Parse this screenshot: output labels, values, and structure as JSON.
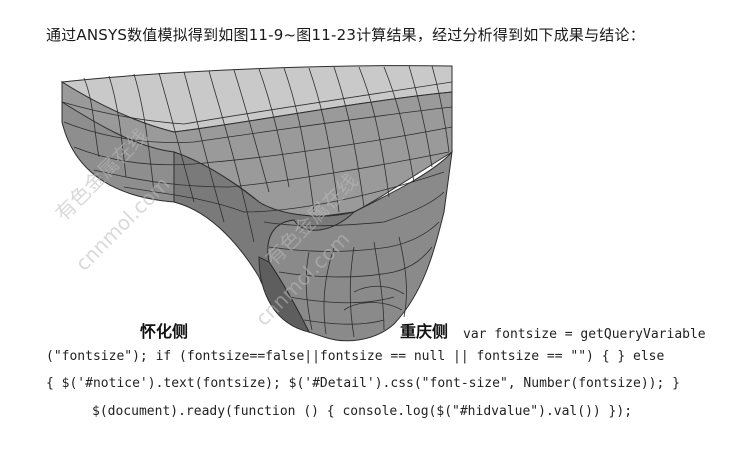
{
  "intro_text": "通过ANSYS数值模拟得到如图11-9~图11-23计算结果，经过分析得到如下成果与结论：",
  "figure": {
    "label_left": "怀化侧",
    "label_right": "重庆侧",
    "watermark_cn": "有色金属在线",
    "watermark_url": "cnnmol.com",
    "colors": {
      "mesh_top": "#c8c8c8",
      "mesh_front": "#8a8a8a",
      "mesh_dark": "#6e6e6e",
      "mesh_line": "#2e2e2e"
    }
  },
  "code_lines": [
    "var fontsize = getQueryVariable",
    "(\"fontsize\"); if (fontsize==false||fontsize == null || fontsize == \"\") { } else",
    "{ $('#notice').text(fontsize); $('#Detail').css(\"font-size\", Number(fontsize)); }",
    "$(document).ready(function () { console.log($(\"#hidvalue\").val()) });"
  ]
}
